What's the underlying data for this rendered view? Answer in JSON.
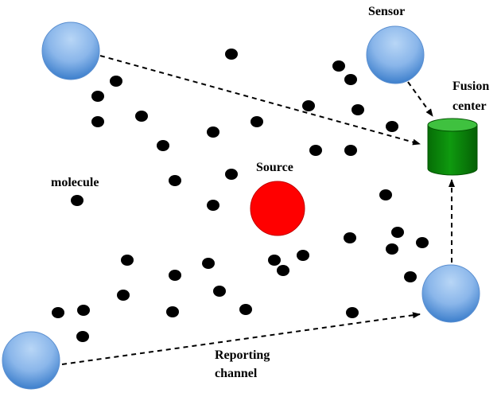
{
  "labels": {
    "sensor": "Sensor",
    "fusion_line1": "Fusion",
    "fusion_line2": "center",
    "source": "Source",
    "molecule": "molecule",
    "reporting_line1": "Reporting",
    "reporting_line2": "channel"
  },
  "colors": {
    "sensor_light": "#9dc3ee",
    "sensor_dark": "#3d7fcc",
    "fusion_center": "#0a8a0a",
    "fusion_top": "#3fc13f",
    "source": "#ff0000",
    "molecule": "#000000"
  }
}
